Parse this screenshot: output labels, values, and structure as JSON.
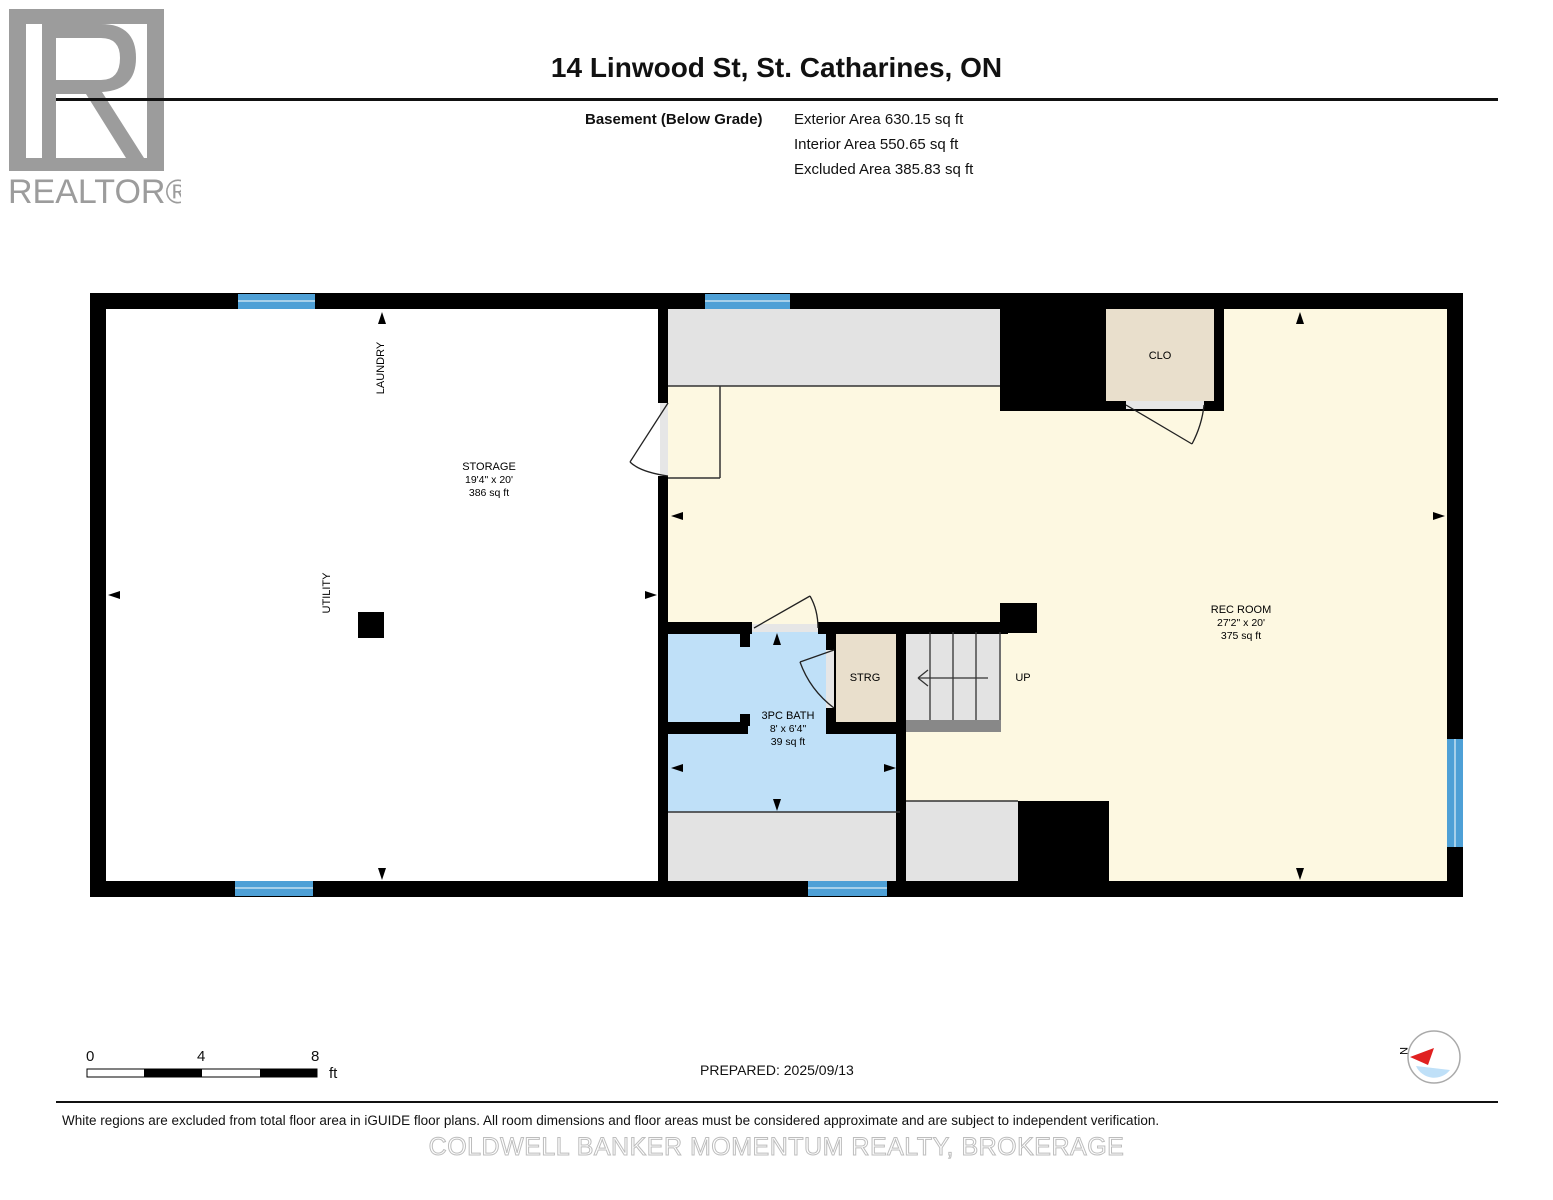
{
  "header": {
    "title": "14 Linwood St, St. Catharines, ON",
    "level_name": "Basement (Below Grade)",
    "areas": [
      "Exterior Area 630.15 sq ft",
      "Interior Area 550.65 sq ft",
      "Excluded Area 385.83 sq ft"
    ]
  },
  "logo": {
    "text": "REALTOR®",
    "icon": "realtor-r-logo"
  },
  "rooms": {
    "storage": {
      "name": "STORAGE",
      "dims": "19'4\" x 20'",
      "area": "386 sq ft"
    },
    "rec_room": {
      "name": "REC ROOM",
      "dims": "27'2\" x 20'",
      "area": "375 sq ft"
    },
    "bath": {
      "name": "3PC BATH",
      "dims": "8' x 6'4\"",
      "area": "39 sq ft"
    },
    "strg": {
      "name": "STRG"
    },
    "clo": {
      "name": "CLO"
    },
    "laundry": {
      "name": "LAUNDRY"
    },
    "utility": {
      "name": "UTILITY"
    },
    "stairs": {
      "label": "UP"
    }
  },
  "scale": {
    "labels": [
      "0",
      "4",
      "8"
    ],
    "unit": "ft"
  },
  "compass": {
    "label": "N",
    "icon": "compass-icon"
  },
  "footer": {
    "prepared": "PREPARED: 2025/09/13",
    "disclaimer": "White regions are excluded from total floor area in iGUIDE floor plans. All room dimensions and floor areas must be considered approximate and are subject to independent verification.",
    "brokerage": "COLDWELL BANKER MOMENTUM REALTY, BROKERAGE"
  },
  "colors": {
    "wall": "#000000",
    "rec_room_fill": "#fdf8e1",
    "bath_fill": "#bfe0f8",
    "closet_fill": "#e9dfcc",
    "excluded_fill": "#e3e3e3",
    "window": "#4ea0d6",
    "compass_red": "#e02020",
    "compass_blue": "#bfe0f8"
  }
}
